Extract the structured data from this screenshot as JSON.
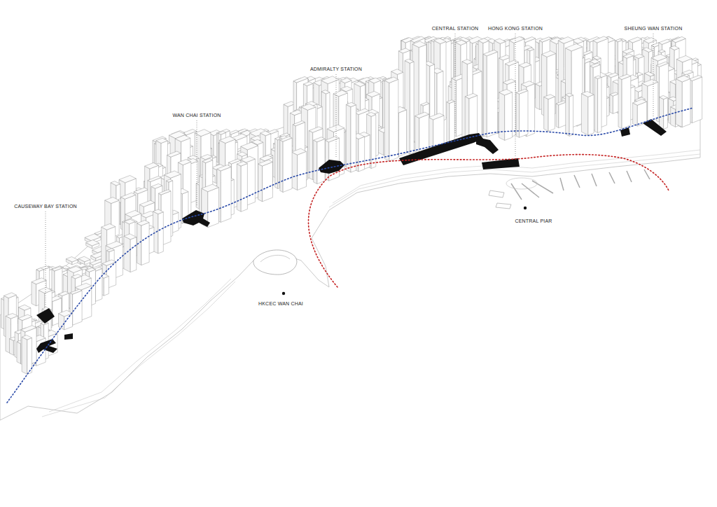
{
  "diagram": {
    "labels": [
      "CENTRAL STATION",
      "HONG KONG STATION",
      "SHEUNG WAN STATION",
      "ADMIRALTY STATION",
      "WAN CHAI STATION",
      "CAUSEWAY BAY STATION",
      "CENTRAL PIAR",
      "HKCEC WAN CHAI"
    ]
  }
}
